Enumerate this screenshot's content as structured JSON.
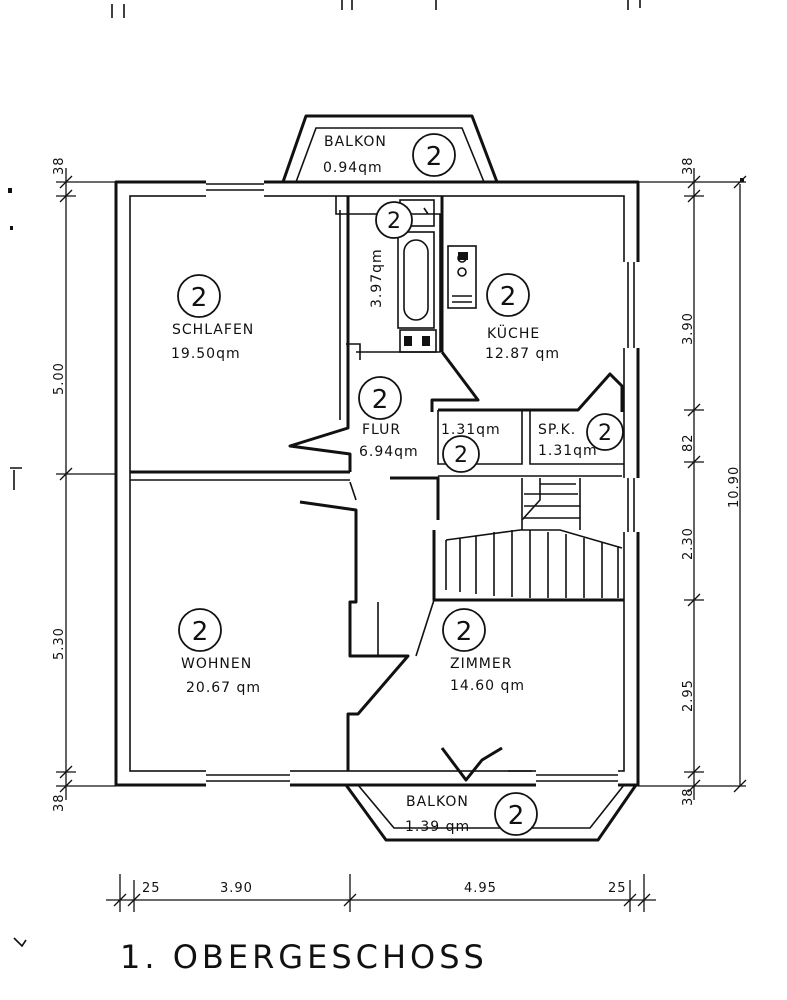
{
  "title": "1. OBERGESCHOSS",
  "rooms": {
    "schlafen": {
      "name": "SCHLAFEN",
      "area": "19.50qm",
      "unit": "2"
    },
    "kueche": {
      "name": "KÜCHE",
      "area": "12.87 qm",
      "unit": "2"
    },
    "flur": {
      "name": "FLUR",
      "area": "6.94qm",
      "unit": "2"
    },
    "wc": {
      "area": "1.31qm",
      "unit": "2"
    },
    "spk": {
      "name": "SP.K.",
      "area": "1.31qm",
      "unit": "2"
    },
    "bad": {
      "area": "3.97qm",
      "unit": "2"
    },
    "balkon_top": {
      "name": "BALKON",
      "area": "0.94qm",
      "unit": "2"
    },
    "wohnen": {
      "name": "WOHNEN",
      "area": "20.67 qm",
      "unit": "2"
    },
    "zimmer": {
      "name": "ZIMMER",
      "area": "14.60 qm",
      "unit": "2"
    },
    "balkon_bottom": {
      "name": "BALKON",
      "area": "1.39 qm",
      "unit": "2"
    }
  },
  "dimensions": {
    "left": [
      "38",
      "5.00",
      "5.30",
      "38"
    ],
    "right": [
      "38",
      "3.90",
      "82",
      "2.30",
      "2.95",
      "38"
    ],
    "overall": "10.90",
    "bottom": [
      "25",
      "3.90",
      "4.95",
      "25"
    ]
  }
}
